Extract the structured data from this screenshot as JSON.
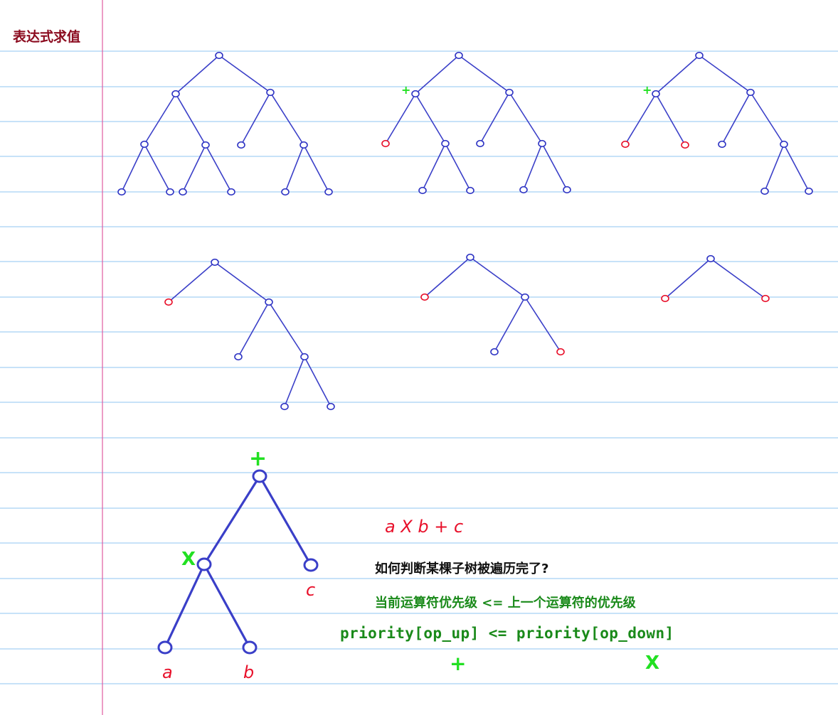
{
  "title": "表达式求值",
  "colors": {
    "rule_line": "#8fc4f2",
    "margin_line": "#e05aa0",
    "tree_edge": "#3a3fc8",
    "node_default": "#2f35c4",
    "node_highlight": "#e8102a",
    "operator": "#22e022",
    "title": "#8b0a1e",
    "rule_text": "#1a8a1a"
  },
  "trees": [
    {
      "name": "tree-stage-1",
      "nodes": [
        {
          "id": "r"
        },
        {
          "id": "l"
        },
        {
          "id": "rt"
        },
        {
          "id": "ll"
        },
        {
          "id": "lr"
        },
        {
          "id": "rl"
        },
        {
          "id": "rr"
        },
        {
          "id": "lll"
        },
        {
          "id": "llr"
        },
        {
          "id": "lrl"
        },
        {
          "id": "lrr"
        },
        {
          "id": "rrl"
        },
        {
          "id": "rrr"
        }
      ]
    },
    {
      "name": "tree-stage-2",
      "nodes": [
        {
          "id": "r"
        },
        {
          "id": "l",
          "operator": "+"
        },
        {
          "id": "rt"
        },
        {
          "id": "ll",
          "highlight": true
        },
        {
          "id": "lr"
        },
        {
          "id": "rl"
        },
        {
          "id": "rr"
        },
        {
          "id": "lrl"
        },
        {
          "id": "lrr"
        },
        {
          "id": "rrl"
        },
        {
          "id": "rrr"
        }
      ]
    },
    {
      "name": "tree-stage-3",
      "nodes": [
        {
          "id": "r"
        },
        {
          "id": "l",
          "operator": "+"
        },
        {
          "id": "rt"
        },
        {
          "id": "ll",
          "highlight": true
        },
        {
          "id": "lr",
          "highlight": true
        },
        {
          "id": "rl"
        },
        {
          "id": "rr"
        },
        {
          "id": "rrl"
        },
        {
          "id": "rrr"
        }
      ]
    },
    {
      "name": "tree-stage-4",
      "nodes": [
        {
          "id": "r"
        },
        {
          "id": "l",
          "highlight": true
        },
        {
          "id": "rt"
        },
        {
          "id": "rl"
        },
        {
          "id": "rr"
        },
        {
          "id": "rrl"
        },
        {
          "id": "rrr"
        }
      ]
    },
    {
      "name": "tree-stage-5",
      "nodes": [
        {
          "id": "r"
        },
        {
          "id": "l",
          "highlight": true
        },
        {
          "id": "rt"
        },
        {
          "id": "rl"
        },
        {
          "id": "rr",
          "highlight": true
        }
      ]
    },
    {
      "name": "tree-stage-6",
      "nodes": [
        {
          "id": "r"
        },
        {
          "id": "l",
          "highlight": true
        },
        {
          "id": "rt",
          "highlight": true
        }
      ]
    }
  ],
  "example_tree": {
    "root_operator": "+",
    "left_operator": "X",
    "leaves": [
      "a",
      "b",
      "c"
    ]
  },
  "expression": "a X b + c",
  "question": "如何判断某棵子树被遍历完了?",
  "rule_cn": "当前运算符优先级 <= 上一个运算符的优先级",
  "rule_code": "priority[op_up] <= priority[op_down]",
  "rule_ops": {
    "up": "+",
    "down": "X"
  }
}
